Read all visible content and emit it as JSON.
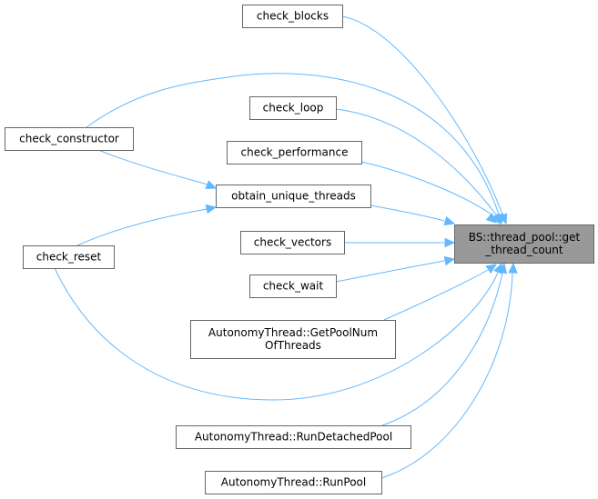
{
  "diagram": {
    "type": "call-graph",
    "edge_color": "#63b8ff",
    "target": {
      "id": "get_thread_count",
      "label_lines": [
        "BS::thread_pool::get",
        "_thread_count"
      ],
      "fill": "#999999"
    },
    "nodes": [
      {
        "id": "check_blocks",
        "label_lines": [
          "check_blocks"
        ]
      },
      {
        "id": "check_constructor",
        "label_lines": [
          "check_constructor"
        ]
      },
      {
        "id": "check_loop",
        "label_lines": [
          "check_loop"
        ]
      },
      {
        "id": "check_performance",
        "label_lines": [
          "check_performance"
        ]
      },
      {
        "id": "obtain_unique_threads",
        "label_lines": [
          "obtain_unique_threads"
        ]
      },
      {
        "id": "check_reset",
        "label_lines": [
          "check_reset"
        ]
      },
      {
        "id": "check_vectors",
        "label_lines": [
          "check_vectors"
        ]
      },
      {
        "id": "check_wait",
        "label_lines": [
          "check_wait"
        ]
      },
      {
        "id": "get_pool_num_of_threads",
        "label_lines": [
          "AutonomyThread::GetPoolNum",
          "OfThreads"
        ]
      },
      {
        "id": "run_detached_pool",
        "label_lines": [
          "AutonomyThread::RunDetachedPool"
        ]
      },
      {
        "id": "run_pool",
        "label_lines": [
          "AutonomyThread::RunPool"
        ]
      }
    ],
    "edges": [
      {
        "from": "check_blocks",
        "to": "get_thread_count"
      },
      {
        "from": "check_constructor",
        "to": "get_thread_count"
      },
      {
        "from": "check_constructor",
        "to": "obtain_unique_threads"
      },
      {
        "from": "check_loop",
        "to": "get_thread_count"
      },
      {
        "from": "check_performance",
        "to": "get_thread_count"
      },
      {
        "from": "obtain_unique_threads",
        "to": "get_thread_count"
      },
      {
        "from": "check_reset",
        "to": "get_thread_count"
      },
      {
        "from": "check_reset",
        "to": "obtain_unique_threads"
      },
      {
        "from": "check_vectors",
        "to": "get_thread_count"
      },
      {
        "from": "check_wait",
        "to": "get_thread_count"
      },
      {
        "from": "get_pool_num_of_threads",
        "to": "get_thread_count"
      },
      {
        "from": "run_detached_pool",
        "to": "get_thread_count"
      },
      {
        "from": "run_pool",
        "to": "get_thread_count"
      }
    ]
  }
}
